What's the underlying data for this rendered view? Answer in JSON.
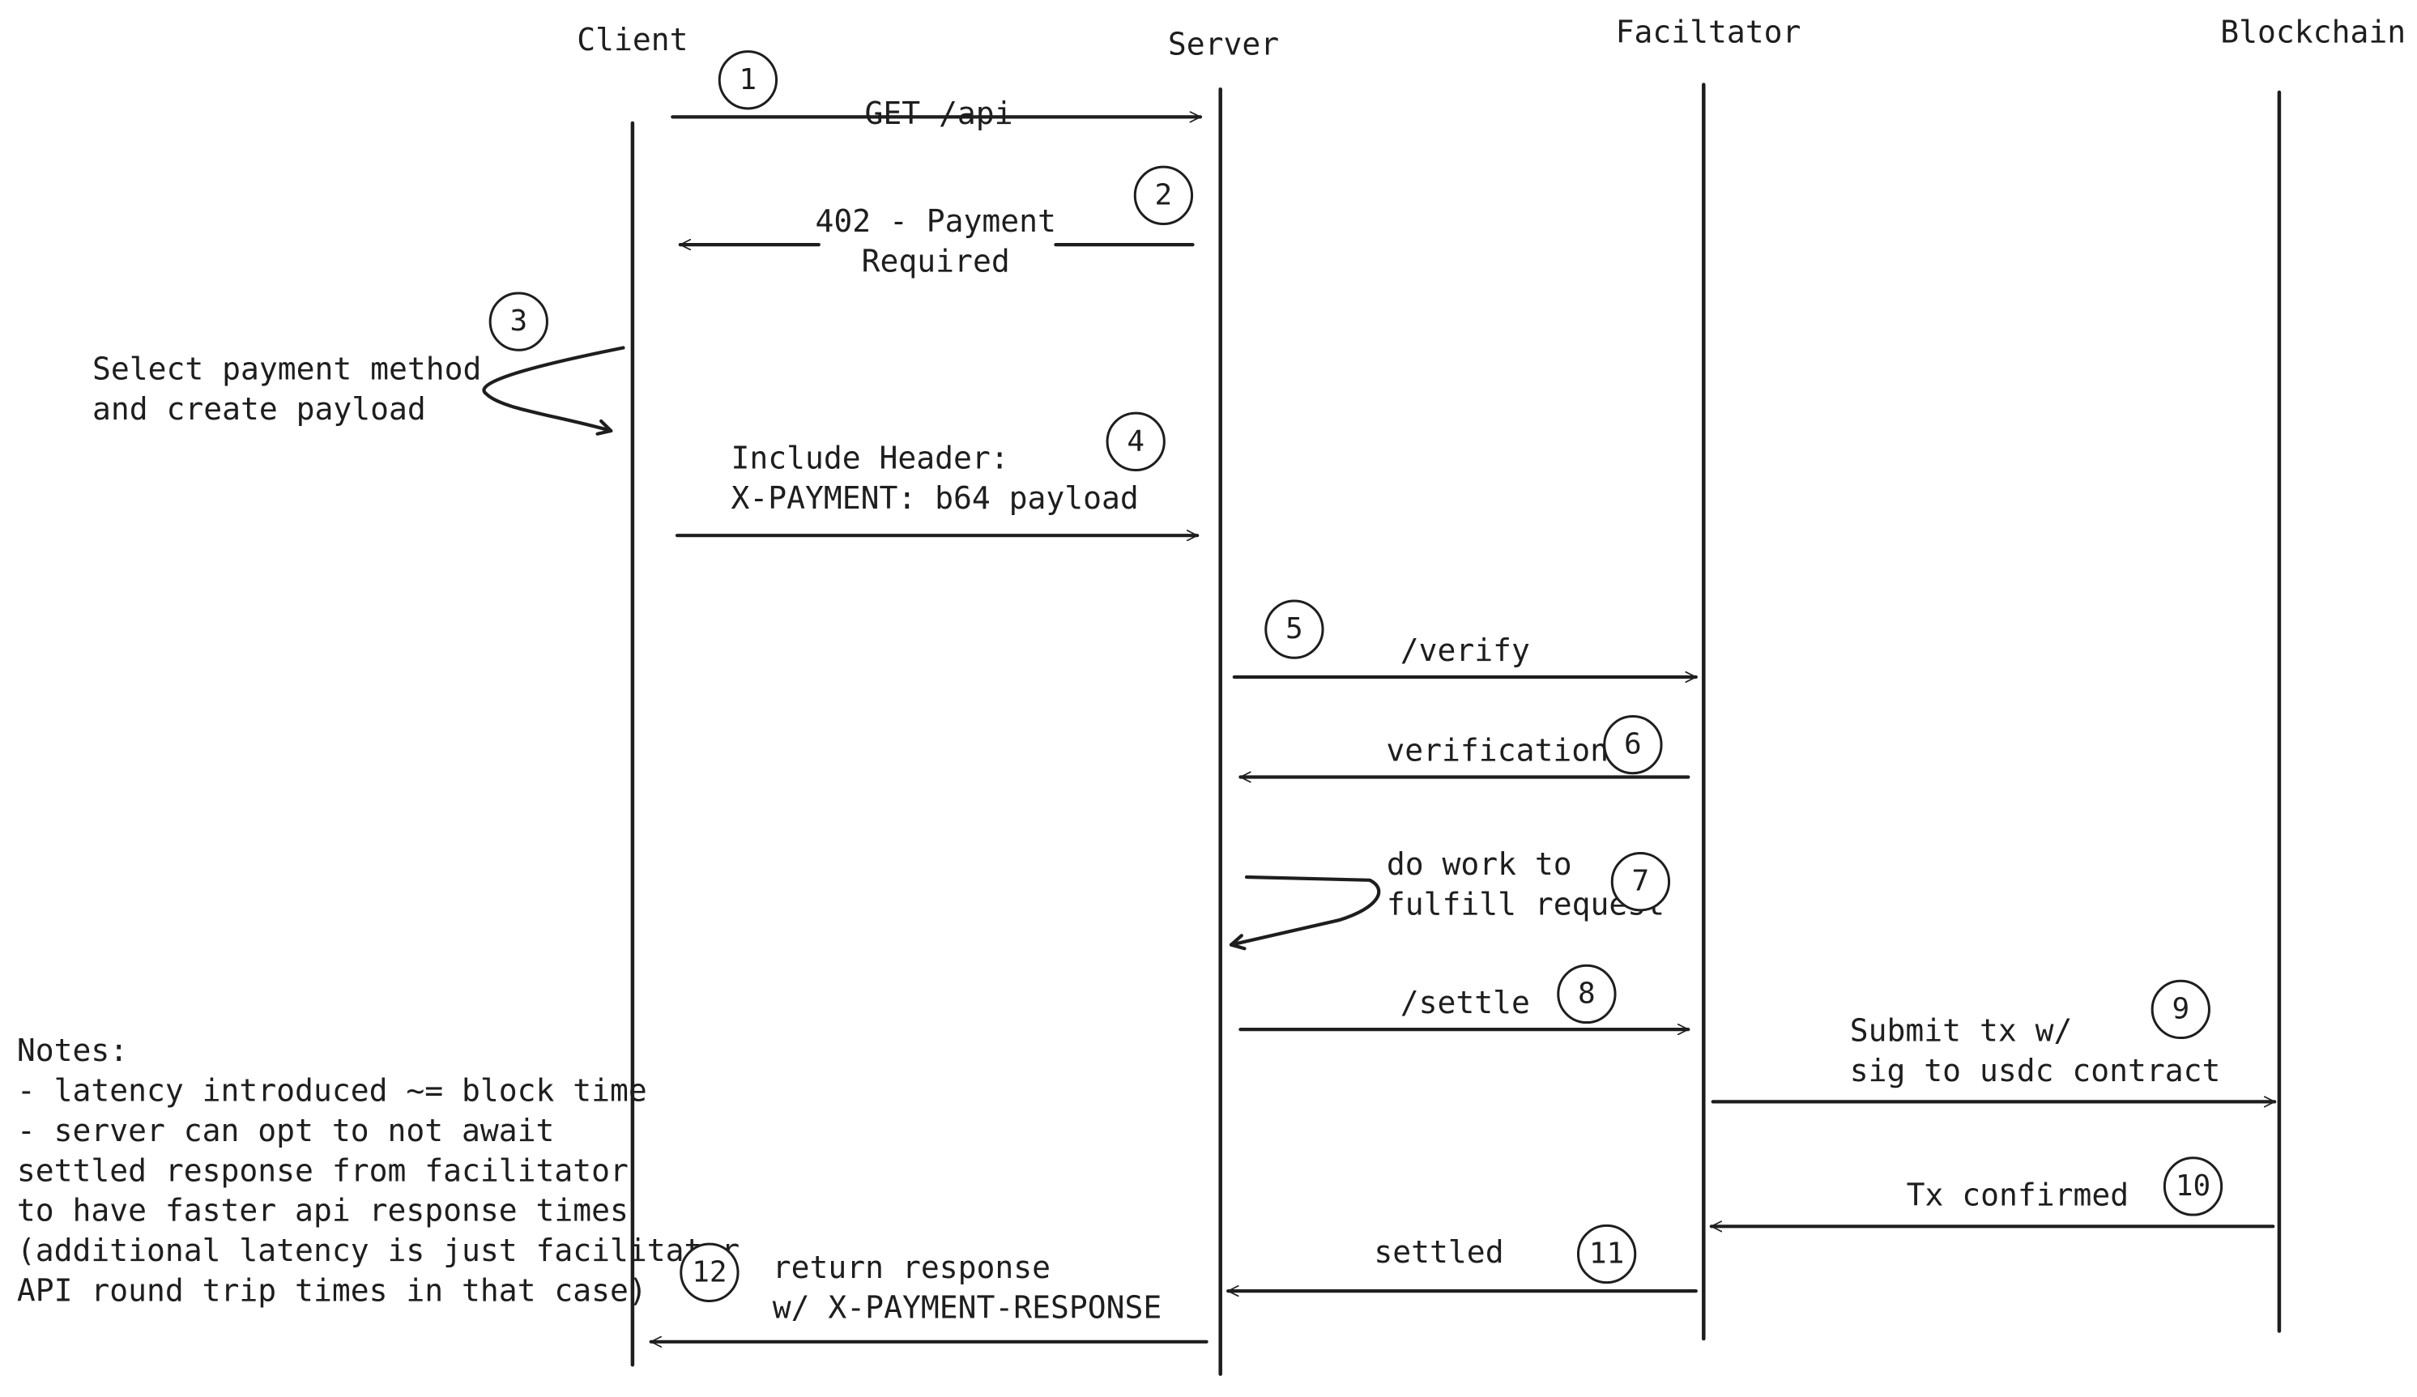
{
  "actors": [
    {
      "id": "client",
      "label": "Client"
    },
    {
      "id": "server",
      "label": "Server"
    },
    {
      "id": "facilitator",
      "label": "Faciltator"
    },
    {
      "id": "blockchain",
      "label": "Blockchain"
    }
  ],
  "steps": [
    {
      "num": "1",
      "text": [
        "GET /api"
      ]
    },
    {
      "num": "2",
      "text": [
        "402 - Payment",
        "Required"
      ]
    },
    {
      "num": "3",
      "text": [
        "Select payment method",
        "and create payload"
      ]
    },
    {
      "num": "4",
      "text": [
        "Include Header:",
        "X-PAYMENT: b64 payload"
      ]
    },
    {
      "num": "5",
      "text": [
        "/verify"
      ]
    },
    {
      "num": "6",
      "text": [
        "verification"
      ]
    },
    {
      "num": "7",
      "text": [
        "do work to",
        "fulfill request"
      ]
    },
    {
      "num": "8",
      "text": [
        "/settle"
      ]
    },
    {
      "num": "9",
      "text": [
        "Submit tx w/",
        "sig to usdc contract"
      ]
    },
    {
      "num": "10",
      "text": [
        "Tx confirmed"
      ]
    },
    {
      "num": "11",
      "text": [
        "settled"
      ]
    },
    {
      "num": "12",
      "text": [
        "return response",
        "w/ X-PAYMENT-RESPONSE"
      ]
    }
  ],
  "notes": {
    "title": "Notes:",
    "lines": [
      "- latency introduced ~= block time",
      "- server can opt to not await",
      "settled response from facilitator",
      "to have faster api response times",
      "(additional latency is just facilitator",
      "API round trip times in that case)"
    ]
  }
}
